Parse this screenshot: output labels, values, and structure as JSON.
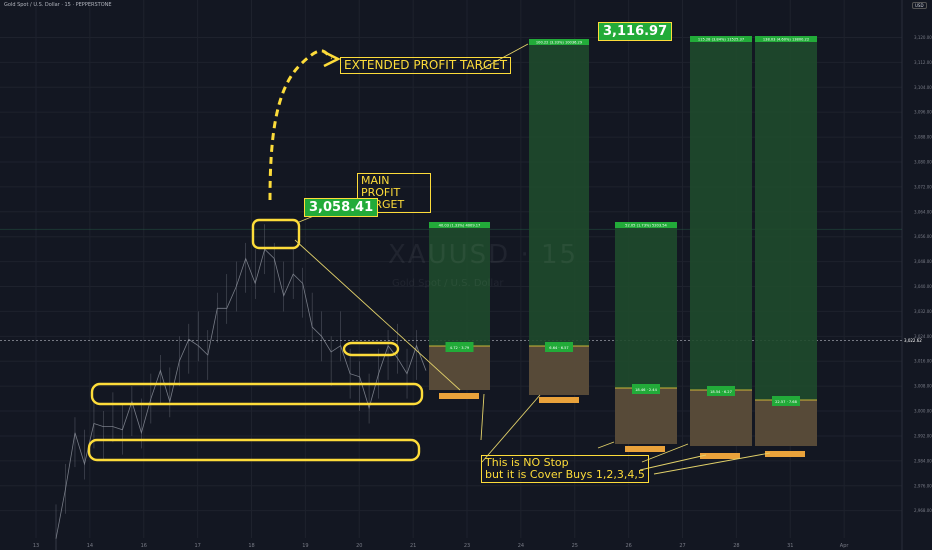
{
  "header": {
    "symbol_line": "Gold Spot / U.S. Dollar · 15 · PEPPERSTONE",
    "currency": "USD"
  },
  "watermark": {
    "main": "XAUUSD · 15",
    "sub": "Gold Spot / U.S. Dollar"
  },
  "annotations": {
    "extended": "EXTENDED PROFIT TARGET",
    "main_line1": "MAIN PROFIT",
    "main_line2": "TARGET",
    "cover_line1": "This is NO Stop",
    "cover_line2": "but it is Cover Buys 1,2,3,4,5"
  },
  "targets": {
    "main": "3,058.41",
    "extended": "3,116.97"
  },
  "colors": {
    "background": "#131722",
    "profit_zone": "#1f4a2c",
    "risk_zone": "#5b4d3a",
    "annotation": "#fddc3a",
    "label_green": "#22ab39",
    "label_orange": "#e9a23b",
    "candle": "#8a8e99"
  },
  "chart_data": {
    "type": "line",
    "x_ticks": [
      "13",
      "14",
      "16",
      "17",
      "18",
      "19",
      "20",
      "21",
      "23",
      "24",
      "25",
      "26",
      "27",
      "28",
      "31",
      "Apr"
    ],
    "y_ticks": [
      2968,
      2976,
      2984,
      2992,
      3000,
      3008,
      3016,
      3024,
      3032,
      3040,
      3048,
      3056,
      3064,
      3072,
      3080,
      3088,
      3096,
      3104,
      3112,
      3120
    ],
    "ylim": [
      2965,
      3124
    ],
    "current_price": "3,022.62",
    "price_series": [
      [
        0,
        2962
      ],
      [
        2,
        2975
      ],
      [
        4,
        2990
      ],
      [
        6,
        2986
      ],
      [
        8,
        2996
      ],
      [
        10,
        2992
      ],
      [
        12,
        2998
      ],
      [
        14,
        2994
      ],
      [
        16,
        3000
      ],
      [
        18,
        2996
      ],
      [
        20,
        3004
      ],
      [
        22,
        3010
      ],
      [
        24,
        3006
      ],
      [
        26,
        3016
      ],
      [
        28,
        3020
      ],
      [
        30,
        3024
      ],
      [
        32,
        3018
      ],
      [
        34,
        3030
      ],
      [
        36,
        3036
      ],
      [
        38,
        3040
      ],
      [
        40,
        3046
      ],
      [
        42,
        3044
      ],
      [
        44,
        3052
      ],
      [
        46,
        3046
      ],
      [
        48,
        3040
      ],
      [
        50,
        3044
      ],
      [
        52,
        3038
      ],
      [
        54,
        3030
      ],
      [
        56,
        3024
      ],
      [
        58,
        3016
      ],
      [
        60,
        3024
      ],
      [
        62,
        3012
      ],
      [
        64,
        3008
      ],
      [
        66,
        3004
      ],
      [
        68,
        3012
      ],
      [
        70,
        3018
      ],
      [
        72,
        3020
      ],
      [
        74,
        3012
      ],
      [
        76,
        3018
      ],
      [
        78,
        3016
      ]
    ],
    "positions": [
      {
        "top_label": "40.03 (1.33%) 4009.17",
        "mid_label": "4.72 · 3.79",
        "bottom_label": ""
      },
      {
        "top_label": "100.22 (3.33%) 10036.29",
        "mid_label": "6.64 · 6.57",
        "bottom_label": ""
      },
      {
        "top_label": "52.05 (1.73%) 5203.54",
        "mid_label": "18.46 · 2.44",
        "bottom_label": ""
      },
      {
        "top_label": "115.28 (3.84%) 11525.37",
        "mid_label": "18.54 · 6.27",
        "bottom_label": ""
      },
      {
        "top_label": "138.03 (4.60%) 13800.22",
        "mid_label": "22.57 · 7.68",
        "bottom_label": ""
      }
    ]
  }
}
